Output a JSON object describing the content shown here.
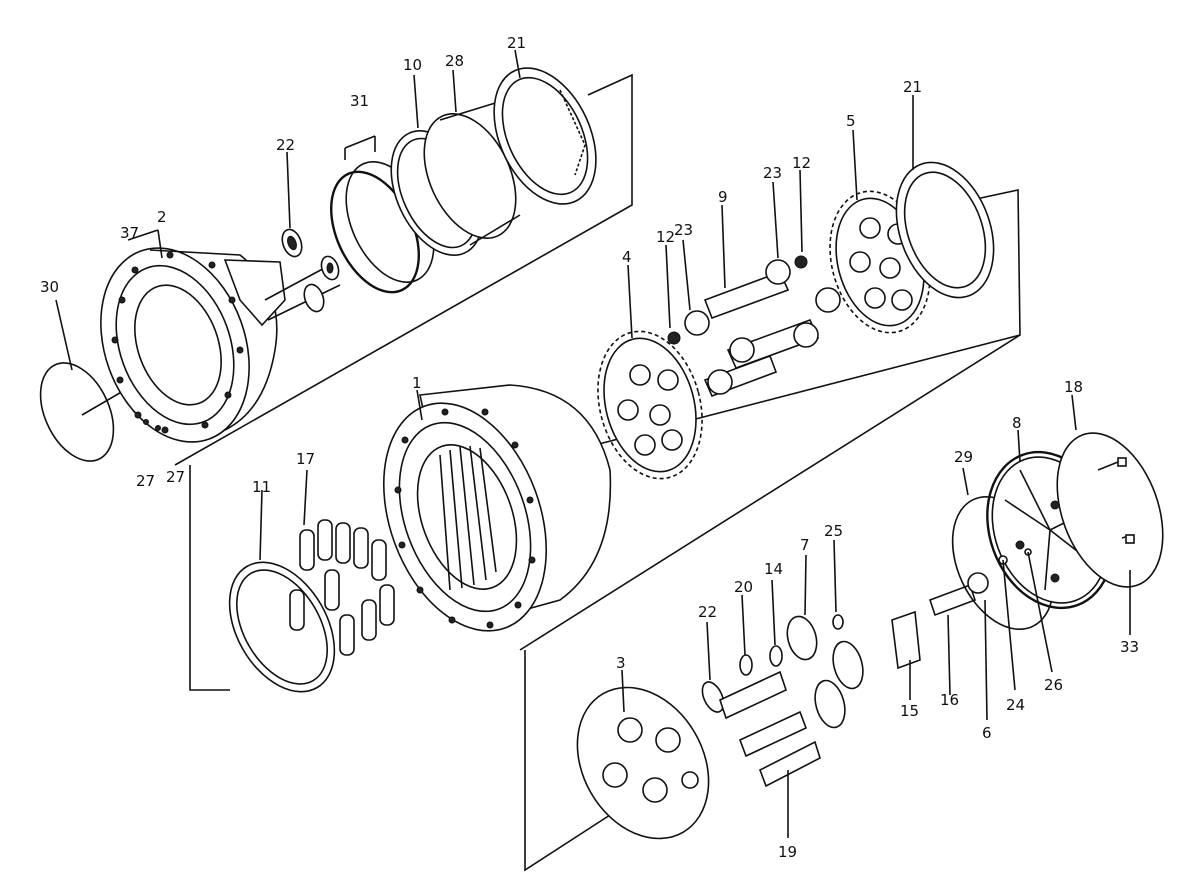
{
  "diagram": {
    "labels": [
      {
        "id": "l21a",
        "text": "21"
      },
      {
        "id": "l28",
        "text": "28"
      },
      {
        "id": "l10",
        "text": "10"
      },
      {
        "id": "l31",
        "text": "31"
      },
      {
        "id": "l22a",
        "text": "22"
      },
      {
        "id": "l37",
        "text": "37"
      },
      {
        "id": "l2",
        "text": "2"
      },
      {
        "id": "l30",
        "text": "30"
      },
      {
        "id": "l27a",
        "text": "27"
      },
      {
        "id": "l27b",
        "text": "27"
      },
      {
        "id": "l21b",
        "text": "21"
      },
      {
        "id": "l5",
        "text": "5"
      },
      {
        "id": "l23a",
        "text": "23"
      },
      {
        "id": "l12a",
        "text": "12"
      },
      {
        "id": "l9",
        "text": "9"
      },
      {
        "id": "l23b",
        "text": "23"
      },
      {
        "id": "l12b",
        "text": "12"
      },
      {
        "id": "l4",
        "text": "4"
      },
      {
        "id": "l1",
        "text": "1"
      },
      {
        "id": "l17",
        "text": "17"
      },
      {
        "id": "l11",
        "text": "11"
      },
      {
        "id": "l18",
        "text": "18"
      },
      {
        "id": "l8",
        "text": "8"
      },
      {
        "id": "l29",
        "text": "29"
      },
      {
        "id": "l25",
        "text": "25"
      },
      {
        "id": "l7",
        "text": "7"
      },
      {
        "id": "l14",
        "text": "14"
      },
      {
        "id": "l20",
        "text": "20"
      },
      {
        "id": "l22b",
        "text": "22"
      },
      {
        "id": "l3",
        "text": "3"
      },
      {
        "id": "l15",
        "text": "15"
      },
      {
        "id": "l16",
        "text": "16"
      },
      {
        "id": "l6",
        "text": "6"
      },
      {
        "id": "l24",
        "text": "24"
      },
      {
        "id": "l26",
        "text": "26"
      },
      {
        "id": "l33",
        "text": "33"
      },
      {
        "id": "l19",
        "text": "19"
      }
    ]
  }
}
